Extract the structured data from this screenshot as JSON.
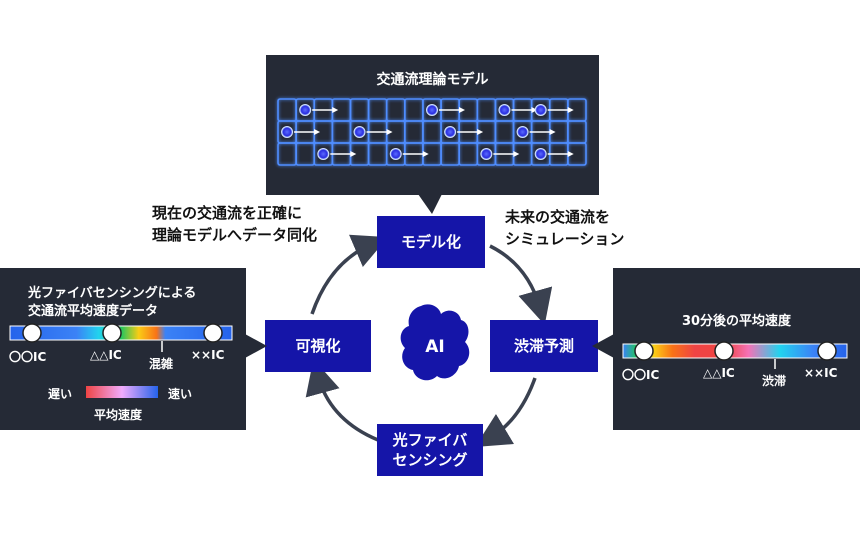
{
  "model_panel": {
    "title": "交通流理論モデル"
  },
  "captions": {
    "left_1": "現在の交通流を正確に",
    "left_2": "理論モデルへデータ同化",
    "right_1": "未来の交通流を",
    "right_2": "シミュレーション"
  },
  "boxes": {
    "model": "モデル化",
    "visualize": "可視化",
    "predict": "渋滞予測",
    "sensing_1": "光ファイバ",
    "sensing_2": "センシング",
    "ai": "AI"
  },
  "left_panel": {
    "title_1": "光ファイバセンシングによる",
    "title_2": "交通流平均速度データ",
    "ic1": "〇〇IC",
    "ic2": "△△IC",
    "ic3": "××IC",
    "jam": "混雑",
    "slow": "遅い",
    "fast": "速い",
    "legend_label": "平均速度"
  },
  "right_panel": {
    "title": "30分後の平均速度",
    "ic1": "〇〇IC",
    "ic2": "△△IC",
    "ic3": "××IC",
    "jam": "渋滞"
  },
  "colors": {
    "box_blue": "#1515a8",
    "panel_dark": "#252a36",
    "arrow_gray": "#3a4150",
    "grid_cyan": "#4f8dff"
  }
}
